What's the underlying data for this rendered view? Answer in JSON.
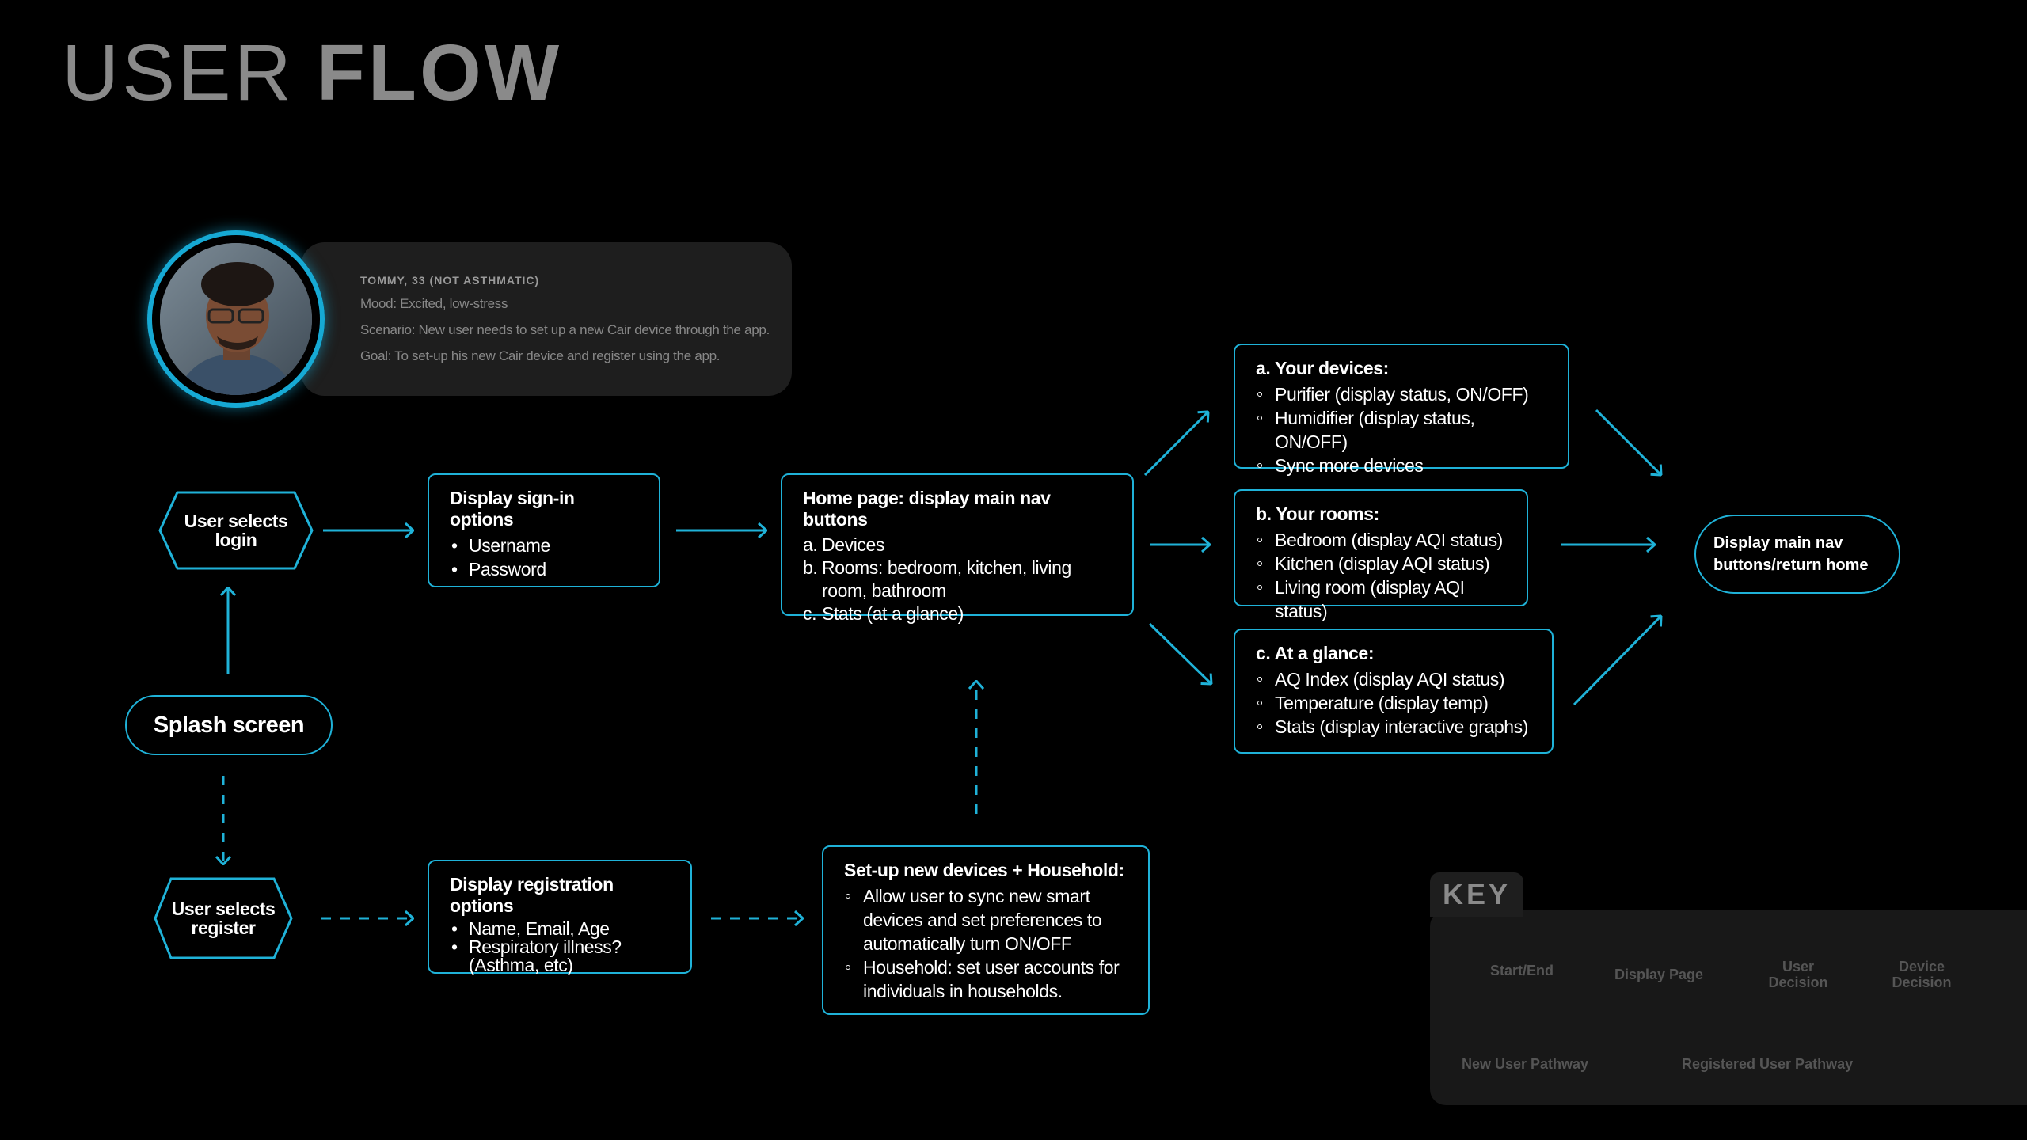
{
  "title": {
    "light": "USER",
    "bold": "FLOW"
  },
  "persona": {
    "name": "TOMMY, 33 (NOT ASTHMATIC)",
    "mood": "Mood: Excited, low-stress",
    "scenario": "Scenario: New user needs to set up a new Cair device through the app.",
    "goal": "Goal: To set-up his new Cair device and register using the app."
  },
  "nodes": {
    "user_login": "User selects login",
    "splash": "Splash screen",
    "user_register": "User selects register",
    "signin": {
      "title": "Display sign-in options",
      "items": [
        "Username",
        "Password"
      ]
    },
    "registration": {
      "title": "Display registration options",
      "items": [
        "Name, Email, Age",
        "Respiratory illness? (Asthma, etc)"
      ]
    },
    "home": {
      "title": "Home page: display main nav buttons",
      "items": [
        {
          "marker": "a.",
          "text": "Devices"
        },
        {
          "marker": "b.",
          "text": "Rooms: bedroom, kitchen, living room, bathroom"
        },
        {
          "marker": "c.",
          "text": "Stats (at a glance)"
        }
      ]
    },
    "setup": {
      "title": "Set-up new devices + Household:",
      "items": [
        "Allow user to sync new smart devices and set preferences to automatically turn ON/OFF",
        "Household: set user accounts for individuals in households."
      ]
    },
    "devices": {
      "title": "a. Your devices:",
      "items": [
        "Purifier (display status, ON/OFF)",
        "Humidifier (display status, ON/OFF)",
        "Sync more devices"
      ]
    },
    "rooms": {
      "title": "b. Your rooms:",
      "items": [
        "Bedroom (display AQI status)",
        "Kitchen (display AQI status)",
        "Living room (display AQI status)"
      ]
    },
    "glance": {
      "title": "c. At a glance:",
      "items": [
        "AQ Index (display AQI status)",
        "Temperature (display temp)",
        "Stats (display interactive graphs)"
      ]
    },
    "return_home": "Display main nav buttons/return home"
  },
  "key": {
    "title": "KEY",
    "start_end": "Start/End",
    "display_page": "Display Page",
    "user_decision": "User Decision",
    "device_decision": "Device Decision",
    "new_user": "New User Pathway",
    "registered_user": "Registered User Pathway"
  },
  "colors": {
    "accent": "#1fb2d8",
    "background": "#000000",
    "title": "#8a8a8a",
    "key_text": "#555555"
  }
}
